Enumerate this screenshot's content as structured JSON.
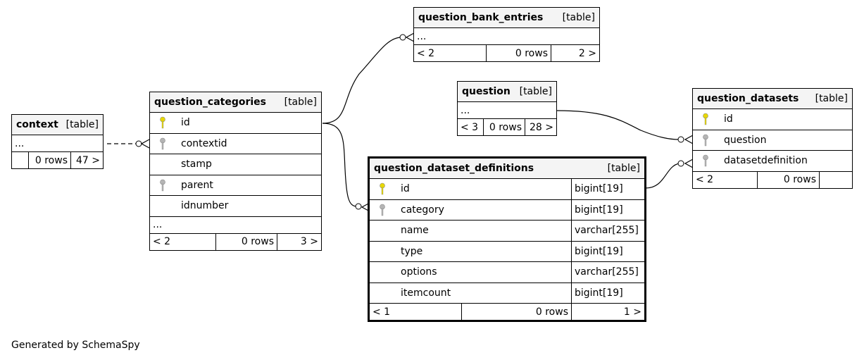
{
  "tables": {
    "context": {
      "name": "context",
      "kind": "[table]",
      "ellipsis": "...",
      "footer": [
        "",
        "0 rows",
        "47 >"
      ]
    },
    "question_categories": {
      "name": "question_categories",
      "kind": "[table]",
      "columns": [
        {
          "name": "id",
          "key": "primary"
        },
        {
          "name": "contextid",
          "key": "foreign"
        },
        {
          "name": "stamp",
          "key": "none"
        },
        {
          "name": "parent",
          "key": "foreign"
        },
        {
          "name": "idnumber",
          "key": "none"
        }
      ],
      "ellipsis": "...",
      "footer": [
        "< 2",
        "0 rows",
        "3 >"
      ]
    },
    "question_bank_entries": {
      "name": "question_bank_entries",
      "kind": "[table]",
      "ellipsis": "...",
      "footer": [
        "< 2",
        "0 rows",
        "2 >"
      ]
    },
    "question": {
      "name": "question",
      "kind": "[table]",
      "ellipsis": "...",
      "footer": [
        "< 3",
        "0 rows",
        "28 >"
      ]
    },
    "question_dataset_definitions": {
      "name": "question_dataset_definitions",
      "kind": "[table]",
      "columns": [
        {
          "name": "id",
          "key": "primary",
          "type": "bigint[19]"
        },
        {
          "name": "category",
          "key": "foreign",
          "type": "bigint[19]"
        },
        {
          "name": "name",
          "key": "none",
          "type": "varchar[255]"
        },
        {
          "name": "type",
          "key": "none",
          "type": "bigint[19]"
        },
        {
          "name": "options",
          "key": "none",
          "type": "varchar[255]"
        },
        {
          "name": "itemcount",
          "key": "none",
          "type": "bigint[19]"
        }
      ],
      "footer": [
        "< 1",
        "0 rows",
        "1 >"
      ]
    },
    "question_datasets": {
      "name": "question_datasets",
      "kind": "[table]",
      "columns": [
        {
          "name": "id",
          "key": "primary"
        },
        {
          "name": "question",
          "key": "foreign"
        },
        {
          "name": "datasetdefinition",
          "key": "foreign"
        }
      ],
      "footer": [
        "< 2",
        "0 rows",
        ""
      ]
    }
  },
  "key_colors": {
    "primary": "#e8d800",
    "foreign": "#b5b5b5"
  },
  "generated_text": "Generated by SchemaSpy"
}
